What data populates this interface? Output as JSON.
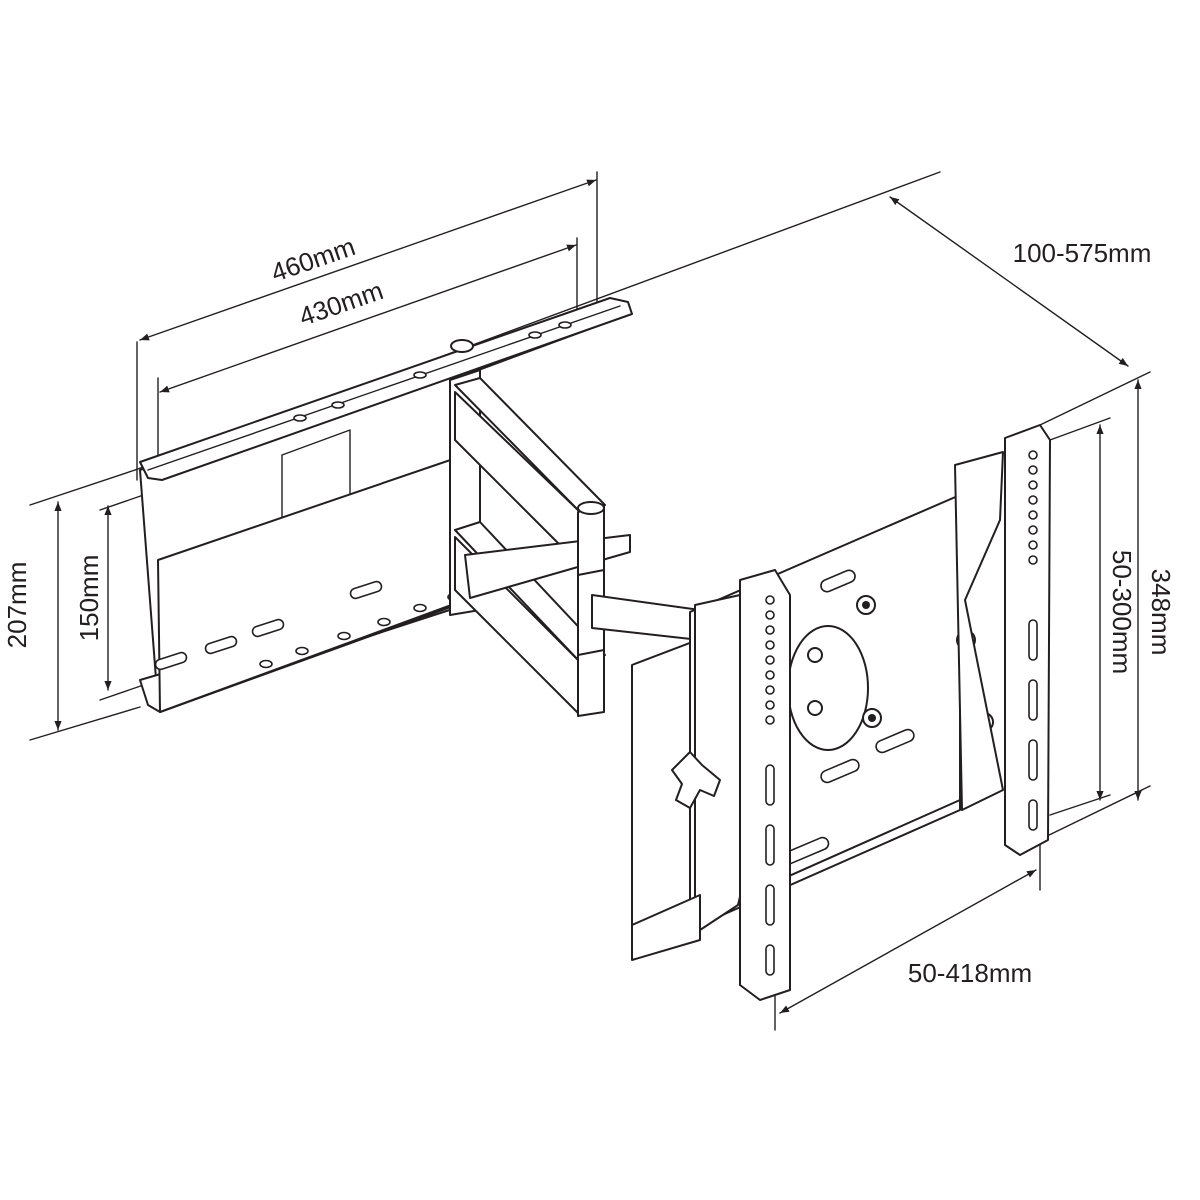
{
  "dimensions": {
    "plate_width_outer": "460mm",
    "plate_width_inner": "430mm",
    "extension": "100-575mm",
    "plate_height_outer": "207mm",
    "plate_height_inner": "150mm",
    "vesa_vertical": "50-300mm",
    "bracket_height": "348mm",
    "vesa_horizontal": "50-418mm"
  },
  "colors": {
    "line": "#231f20",
    "background": "#ffffff"
  }
}
